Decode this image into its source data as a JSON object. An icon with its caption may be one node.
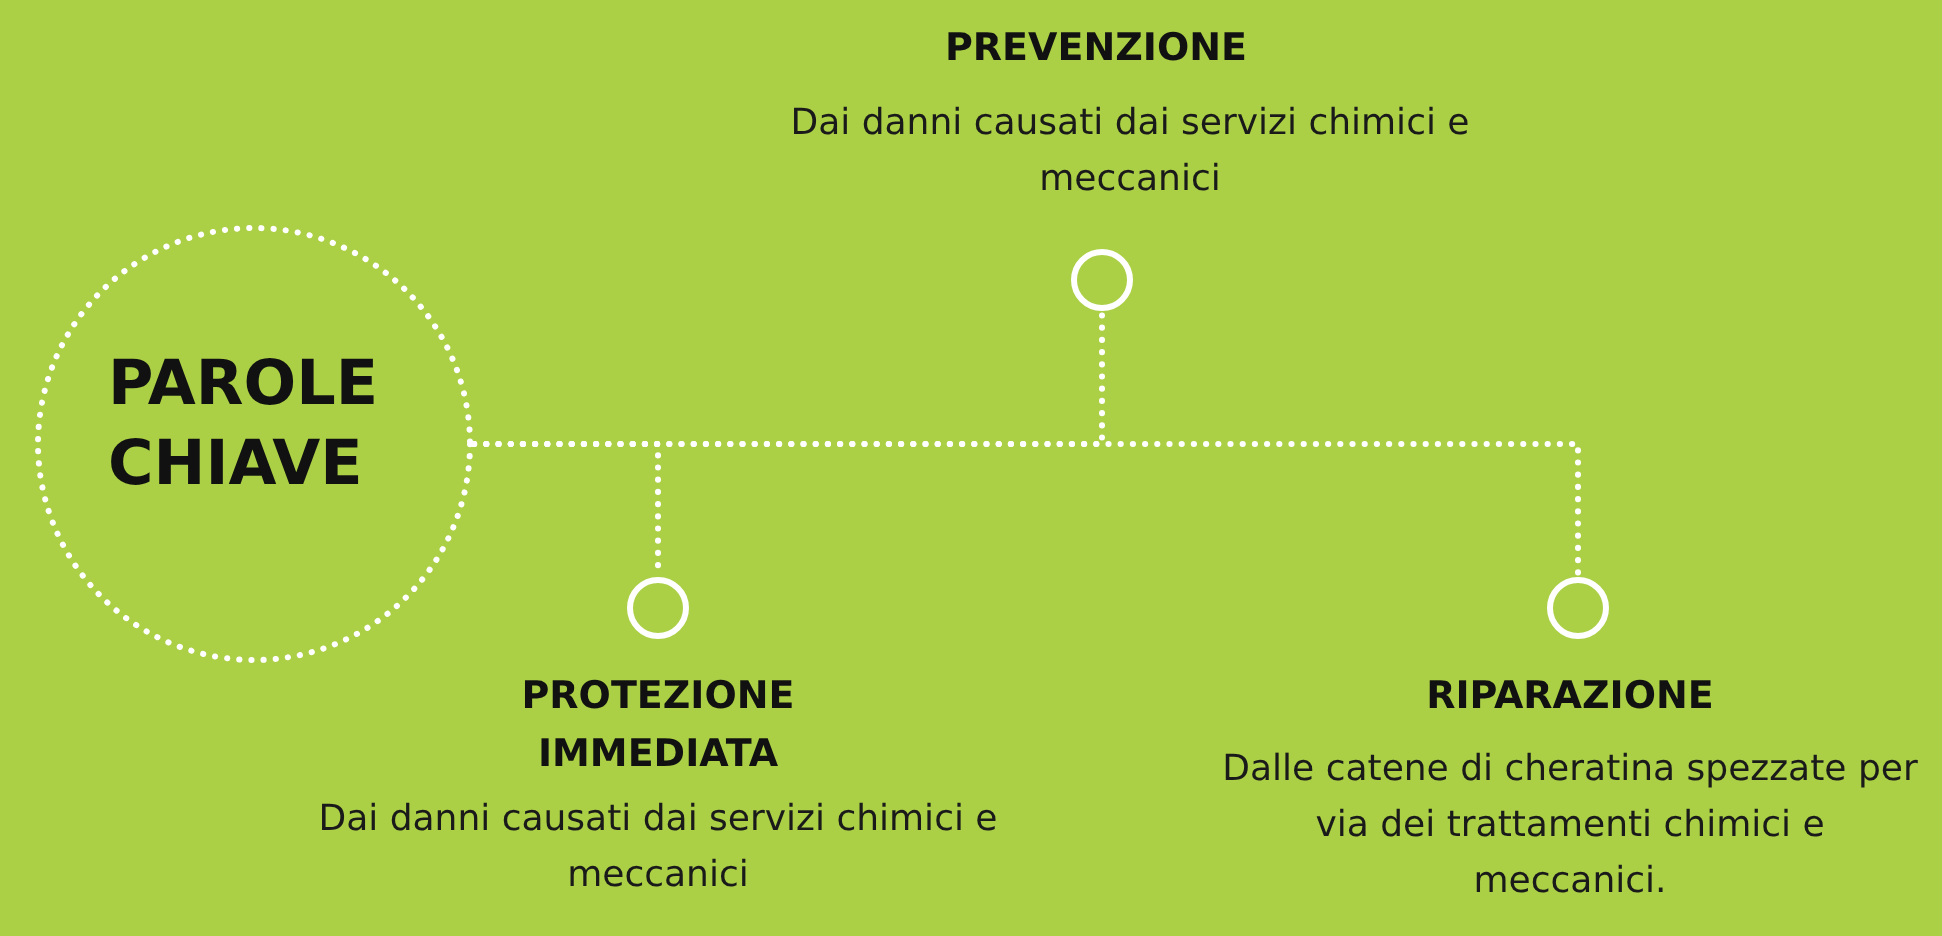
{
  "diagram": {
    "nodes": [
      {
        "text": [
          "PAROLE CHIAVE"
        ]
      },
      {
        "text": [],
        "shape": "circle",
        "beside": [
          "PREVENZIONE",
          "Dai danni causati dai servizi chimici e meccanici"
        ]
      },
      {
        "text": [],
        "shape": "circle",
        "beside": [
          "PROTEZIONE IMMEDIATA",
          "Dai danni causati dai servizi chimici e meccanici"
        ]
      },
      {
        "text": [],
        "shape": "circle",
        "beside": [
          "RIPARAZIONE",
          "Dalle catene di cheratina spezzate per via dei trattamenti chimici e meccanici."
        ]
      }
    ],
    "edges": [
      {
        "from": 0,
        "to": 1,
        "arrow": "none"
      },
      {
        "from": 0,
        "to": 2,
        "arrow": "none"
      },
      {
        "from": 0,
        "to": 3,
        "arrow": "none"
      }
    ]
  }
}
